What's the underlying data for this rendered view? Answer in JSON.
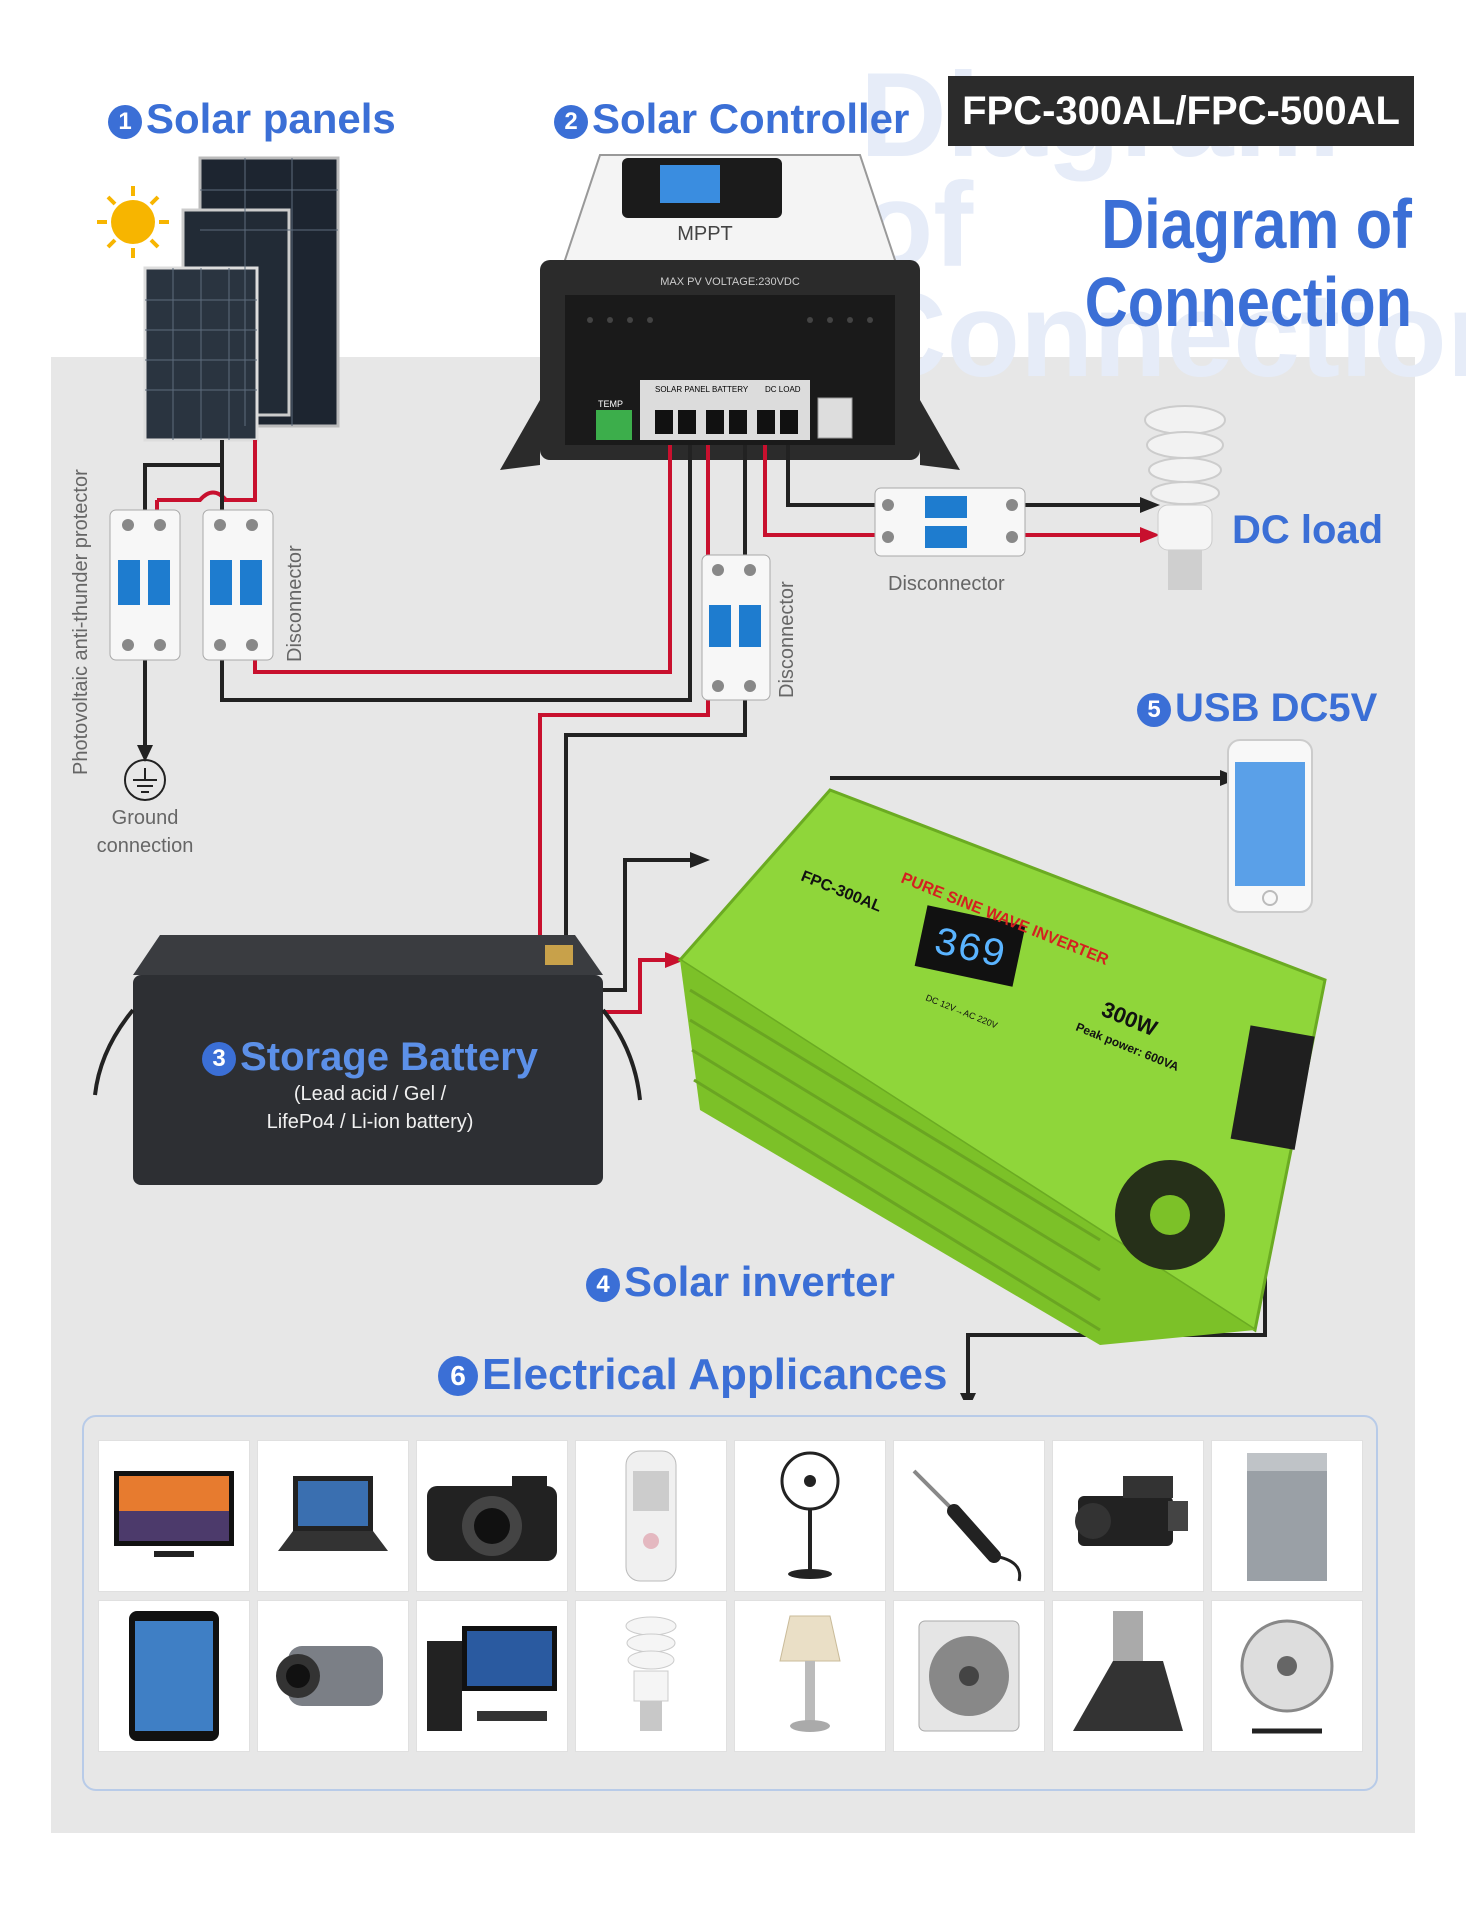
{
  "header": {
    "model": "FPC-300AL/FPC-500AL",
    "title_line1": "Diagram of",
    "title_line2": "Connection",
    "watermark": "Diagram of Connection"
  },
  "sections": {
    "solar_panels": {
      "num": "1",
      "label": "Solar panels"
    },
    "solar_controller": {
      "num": "2",
      "label": "Solar Controller"
    },
    "storage_battery": {
      "num": "3",
      "label": "Storage Battery",
      "sub1": "(Lead acid / Gel /",
      "sub2": "LifePo4 / Li-ion battery)"
    },
    "solar_inverter": {
      "num": "4",
      "label": "Solar inverter"
    },
    "usb": {
      "num": "5",
      "label": "USB DC5V"
    },
    "appliances": {
      "num": "6",
      "label": "Electrical Applicances"
    }
  },
  "labels": {
    "dc_load": "DC load",
    "disconnector": "Disconnector",
    "anti_thunder": "Photovoltaic anti-thunder protector",
    "ground1": "Ground",
    "ground2": "connection"
  },
  "controller": {
    "brand": "MPPT",
    "max_pv": "MAX PV VOLTAGE:230VDC",
    "ports": [
      "SOLAR PANEL",
      "BATTERY",
      "DC LOAD"
    ],
    "temp": "TEMP"
  },
  "inverter": {
    "model": "FPC-300AL",
    "banner": "PURE SINE WAVE INVERTER",
    "display": "369",
    "power": "300W",
    "peak": "Peak power: 600VA",
    "input": "DC 12V→AC 220V"
  },
  "appliance_icons": [
    "tv-icon",
    "laptop-icon",
    "camera-icon",
    "air-cooler-icon",
    "stand-fan-icon",
    "soldering-iron-icon",
    "video-camera-icon",
    "washing-machine-icon",
    "tablet-icon",
    "camcorder-icon",
    "desktop-computer-icon",
    "cfl-bulb-icon",
    "table-lamp-icon",
    "box-fan-icon",
    "range-hood-icon",
    "floor-fan-icon"
  ],
  "colors": {
    "accent": "#3b6fd6",
    "wire_red": "#c8102e",
    "wire_black": "#222222",
    "inverter_green": "#8fd63a"
  }
}
